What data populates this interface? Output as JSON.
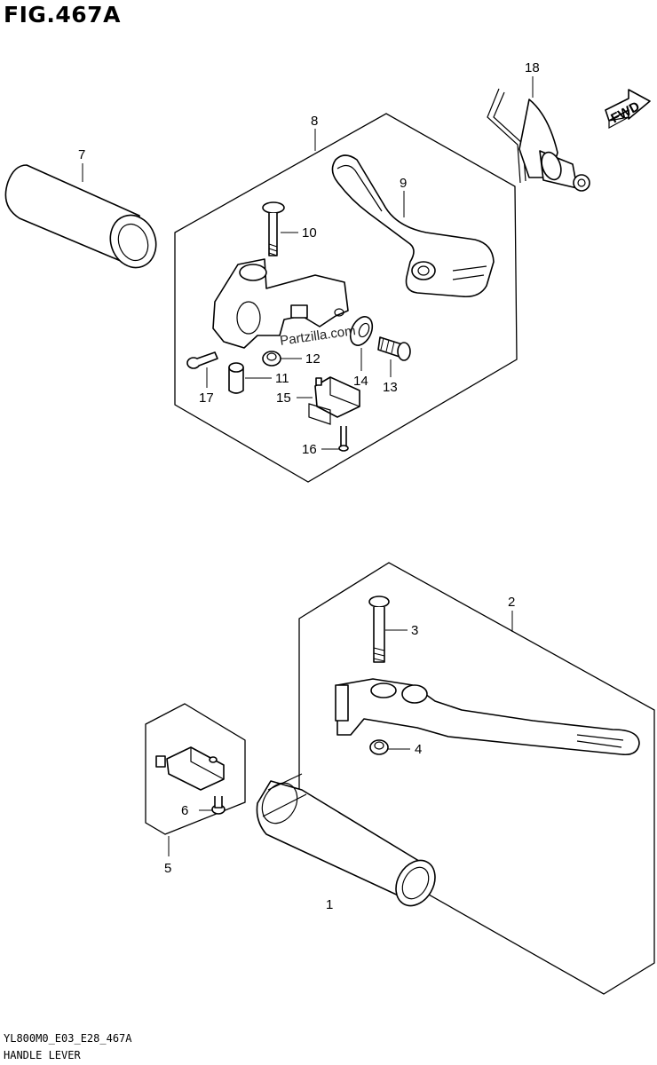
{
  "figure": {
    "title": "FIG.467A",
    "code": "YL800M0_E03_E28_467A",
    "name": "HANDLE LEVER",
    "watermark": "Partzilla.com",
    "direction_badge": "FWD"
  },
  "callouts": [
    {
      "id": "c1",
      "label": "1"
    },
    {
      "id": "c2",
      "label": "2"
    },
    {
      "id": "c3",
      "label": "3"
    },
    {
      "id": "c4",
      "label": "4"
    },
    {
      "id": "c5",
      "label": "5"
    },
    {
      "id": "c6",
      "label": "6"
    },
    {
      "id": "c7",
      "label": "7"
    },
    {
      "id": "c8",
      "label": "8"
    },
    {
      "id": "c9",
      "label": "9"
    },
    {
      "id": "c10",
      "label": "10"
    },
    {
      "id": "c11",
      "label": "11"
    },
    {
      "id": "c12",
      "label": "12"
    },
    {
      "id": "c13",
      "label": "13"
    },
    {
      "id": "c14",
      "label": "14"
    },
    {
      "id": "c15",
      "label": "15"
    },
    {
      "id": "c16",
      "label": "16"
    },
    {
      "id": "c17",
      "label": "17"
    },
    {
      "id": "c18",
      "label": "18"
    }
  ]
}
